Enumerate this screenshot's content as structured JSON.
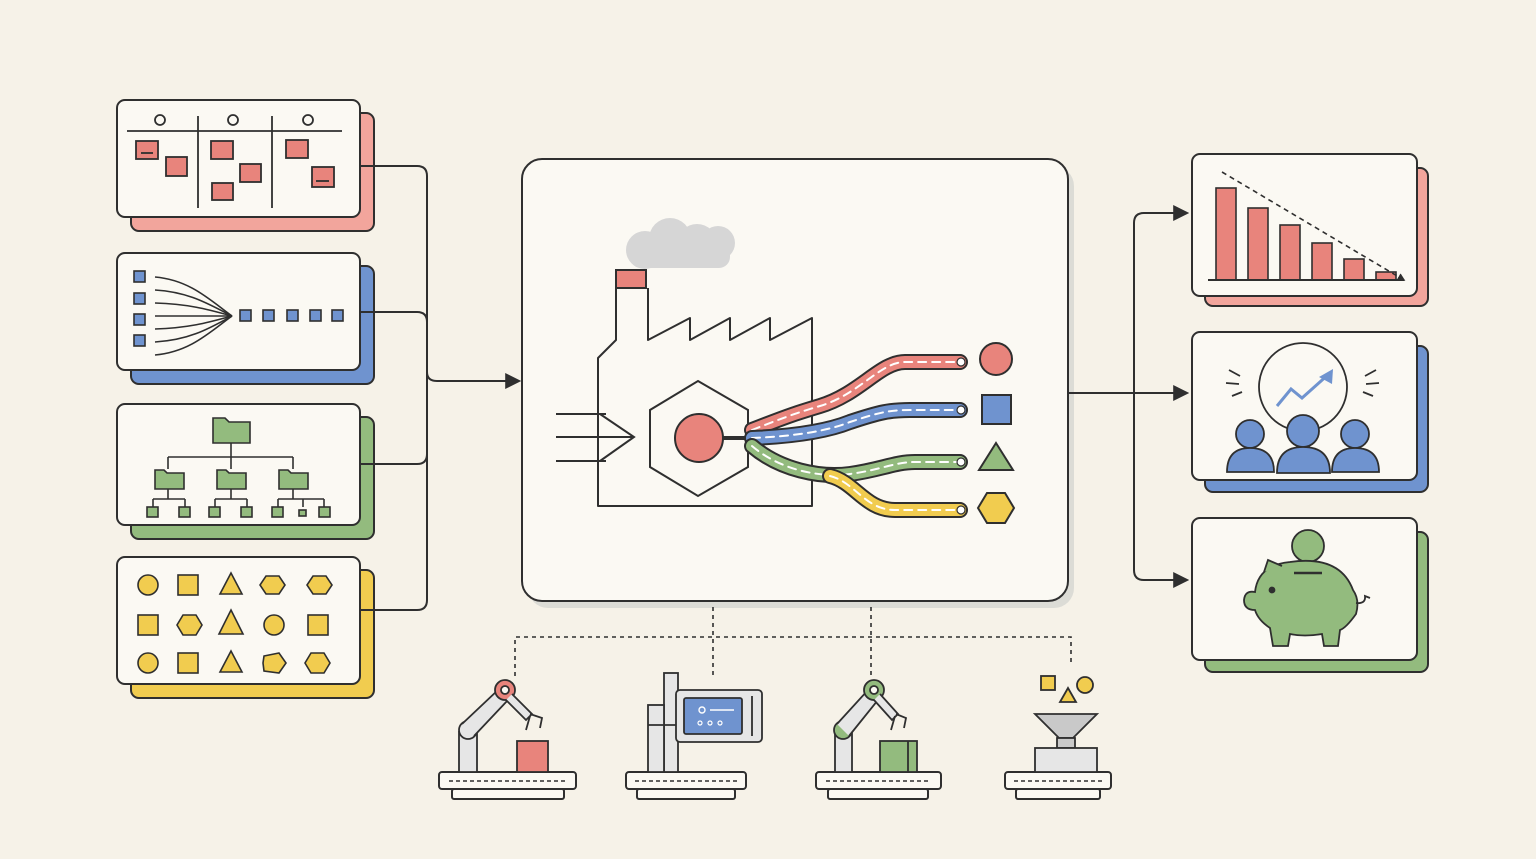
{
  "diagram": {
    "inputs": [
      {
        "id": "kanban-board",
        "icon": "kanban-board-icon",
        "accent": "red"
      },
      {
        "id": "funnel-merge",
        "icon": "merge-lines-icon",
        "accent": "blue"
      },
      {
        "id": "folder-tree",
        "icon": "folder-tree-icon",
        "accent": "green"
      },
      {
        "id": "mixed-shapes",
        "icon": "mixed-shapes-icon",
        "accent": "yellow"
      }
    ],
    "center": {
      "icon": "factory-sorting-icon"
    },
    "outputs": [
      {
        "id": "declining-costs",
        "icon": "declining-bar-chart-icon",
        "accent": "red"
      },
      {
        "id": "team-growth",
        "icon": "team-growth-icon",
        "accent": "blue"
      },
      {
        "id": "savings",
        "icon": "piggy-bank-icon",
        "accent": "green"
      }
    ],
    "stations": [
      {
        "id": "robot-arm-red",
        "icon": "robot-arm-icon",
        "accent": "red"
      },
      {
        "id": "control-panel",
        "icon": "control-panel-icon",
        "accent": "blue"
      },
      {
        "id": "robot-arm-green",
        "icon": "robot-arm-icon",
        "accent": "green"
      },
      {
        "id": "sorting-hopper",
        "icon": "hopper-icon",
        "accent": "yellow"
      }
    ]
  },
  "colors": {
    "background": "#f6f2e8",
    "panel": "#fbf9f3",
    "stroke": "#2f2f2f",
    "red": "#e8847c",
    "red_soft": "#f2a59c",
    "blue": "#6f93cf",
    "green": "#93bb7e",
    "yellow": "#f1cc4f",
    "gray": "#c9c9c9",
    "cloud": "#d6d6d6"
  }
}
